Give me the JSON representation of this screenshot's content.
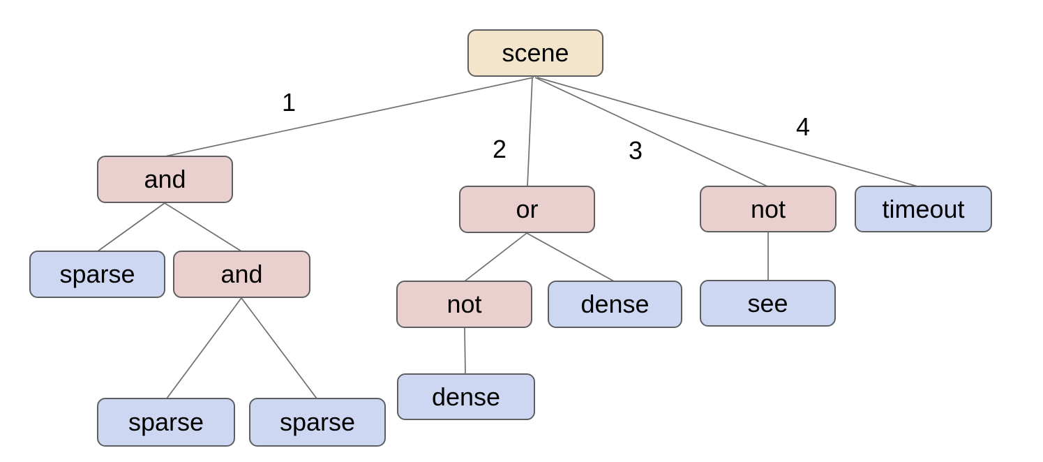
{
  "colors": {
    "background": "#ffffff",
    "root_fill": "#f3e5cb",
    "operator_fill": "#e9cfce",
    "leaf_fill": "#cdd7f1",
    "border_color": "#5c5e60",
    "edge_color": "#6e6e6e"
  },
  "edge_labels": [
    "1",
    "2",
    "3",
    "4"
  ],
  "nodes": [
    {
      "id": "scene",
      "label": "scene",
      "type": "root"
    },
    {
      "id": "and-1",
      "label": "and",
      "type": "operator"
    },
    {
      "id": "or-1",
      "label": "or",
      "type": "operator"
    },
    {
      "id": "not-1",
      "label": "not",
      "type": "operator"
    },
    {
      "id": "timeout",
      "label": "timeout",
      "type": "leaf"
    },
    {
      "id": "sparse-1",
      "label": "sparse",
      "type": "leaf"
    },
    {
      "id": "and-2",
      "label": "and",
      "type": "operator"
    },
    {
      "id": "not-2",
      "label": "not",
      "type": "operator"
    },
    {
      "id": "dense-1",
      "label": "dense",
      "type": "leaf"
    },
    {
      "id": "see",
      "label": "see",
      "type": "leaf"
    },
    {
      "id": "sparse-2",
      "label": "sparse",
      "type": "leaf"
    },
    {
      "id": "sparse-3",
      "label": "sparse",
      "type": "leaf"
    },
    {
      "id": "dense-2",
      "label": "dense",
      "type": "leaf"
    }
  ],
  "tree": {
    "label": "scene",
    "children": [
      {
        "edge_label": "1",
        "label": "and",
        "children": [
          {
            "label": "sparse",
            "children": []
          },
          {
            "label": "and",
            "children": [
              {
                "label": "sparse",
                "children": []
              },
              {
                "label": "sparse",
                "children": []
              }
            ]
          }
        ]
      },
      {
        "edge_label": "2",
        "label": "or",
        "children": [
          {
            "label": "not",
            "children": [
              {
                "label": "dense",
                "children": []
              }
            ]
          },
          {
            "label": "dense",
            "children": []
          }
        ]
      },
      {
        "edge_label": "3",
        "label": "not",
        "children": [
          {
            "label": "see",
            "children": []
          }
        ]
      },
      {
        "edge_label": "4",
        "label": "timeout",
        "children": []
      }
    ]
  }
}
